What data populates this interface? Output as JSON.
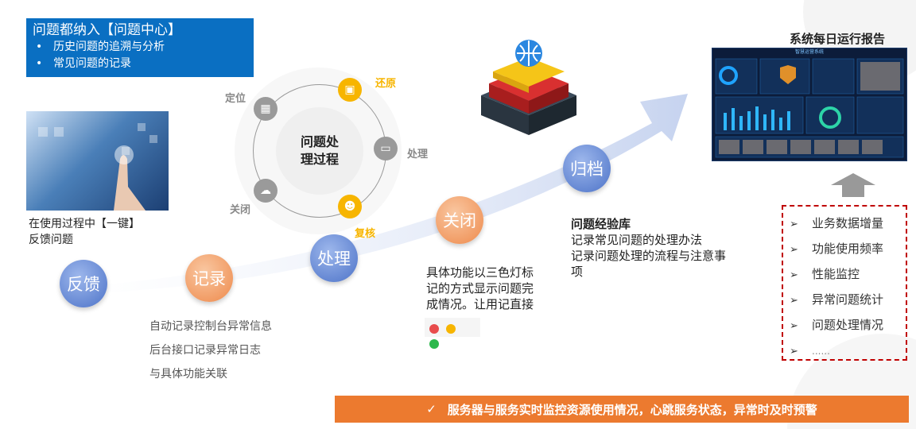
{
  "top_box": {
    "title": "问题都纳入【问题中心】",
    "bullets": [
      "历史问题的追溯与分析",
      "常见问题的记录"
    ],
    "bullet_symbol": "•"
  },
  "feedback_caption": [
    "在使用过程中【一键】",
    "反馈问题"
  ],
  "cycle": {
    "center": [
      "问题处",
      "理过程"
    ],
    "steps": [
      {
        "label": "定位",
        "color": "#9a9a9a"
      },
      {
        "label": "还原",
        "color": "#f7b500"
      },
      {
        "label": "处理",
        "color": "#9a9a9a"
      },
      {
        "label": "复核",
        "color": "#f7b500"
      },
      {
        "label": "关闭",
        "color": "#9a9a9a"
      }
    ]
  },
  "flow": [
    {
      "label": "反馈",
      "color": "blue"
    },
    {
      "label": "记录",
      "color": "orange"
    },
    {
      "label": "处理",
      "color": "blue"
    },
    {
      "label": "关闭",
      "color": "orange"
    },
    {
      "label": "归档",
      "color": "blue"
    }
  ],
  "record_notes": [
    "自动记录控制台异常信息",
    "后台接口记录异常日志",
    "与具体功能关联"
  ],
  "close_note": [
    "具体功能以三色灯标",
    "记的方式显示问题完",
    "成情况。让用记直接"
  ],
  "lights": [
    "#e84c4c",
    "#f7b500",
    "#2db84c"
  ],
  "archive": {
    "title": "问题经验库",
    "lines": [
      "记录常见问题的处理办法",
      "记录问题处理的流程与注意事",
      "项"
    ]
  },
  "report": {
    "title": "系统每日运行报告",
    "dashboard_title": "智慧运营系统"
  },
  "report_items": [
    "业务数据增量",
    "功能使用频率",
    "性能监控",
    "异常问题统计",
    "问题处理情况",
    "......"
  ],
  "footer": {
    "check": "✓",
    "text": "服务器与服务实时监控资源使用情况，心跳服务状态，异常时及时预警"
  }
}
